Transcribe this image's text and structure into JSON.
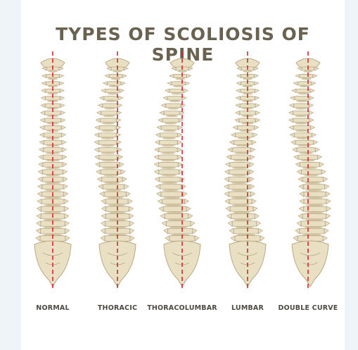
{
  "title": "TYPES OF SCOLIOSIS OF SPINE",
  "spines": [
    {
      "label": "NORMAL"
    },
    {
      "label": "THORACIC"
    },
    {
      "label": "THORACOLUMBAR"
    },
    {
      "label": "LUMBAR"
    },
    {
      "label": "DOUBLE CURVE"
    }
  ],
  "colors": {
    "title": "#6a6250",
    "bone": "#e9dfc3",
    "bone_outline": "#b8a985",
    "disc": "#d5c7a3",
    "axis_line": "#d8262b",
    "label": "#4c4a43"
  }
}
